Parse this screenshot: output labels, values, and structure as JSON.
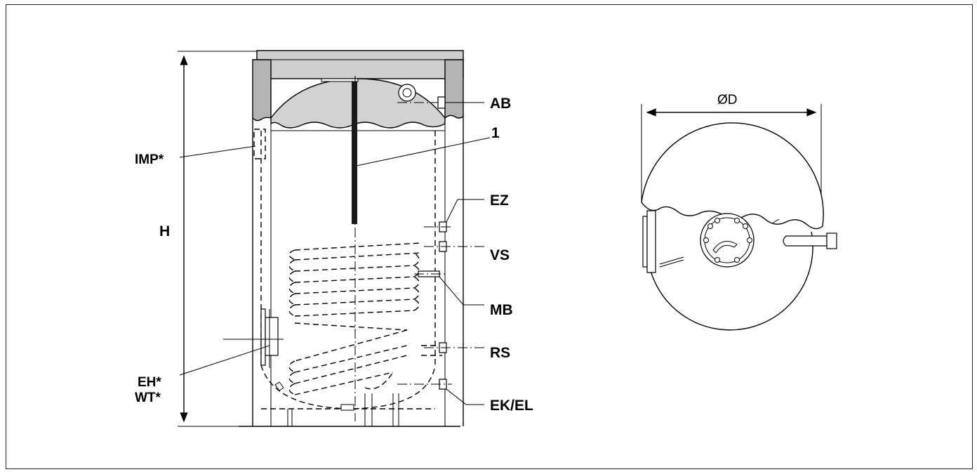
{
  "labels": {
    "ab": "AB",
    "one": "1",
    "imp": "IMP*",
    "h": "H",
    "ez": "EZ",
    "vs": "VS",
    "mb": "MB",
    "rs": "RS",
    "eh": "EH*",
    "wt": "WT*",
    "ekel": "EK/EL",
    "od": "ØD"
  },
  "colors": {
    "insulation": "#b4b4b4",
    "lid": "#cfcfcf",
    "tank_fill": "#d2d2d2",
    "line": "#000000"
  }
}
